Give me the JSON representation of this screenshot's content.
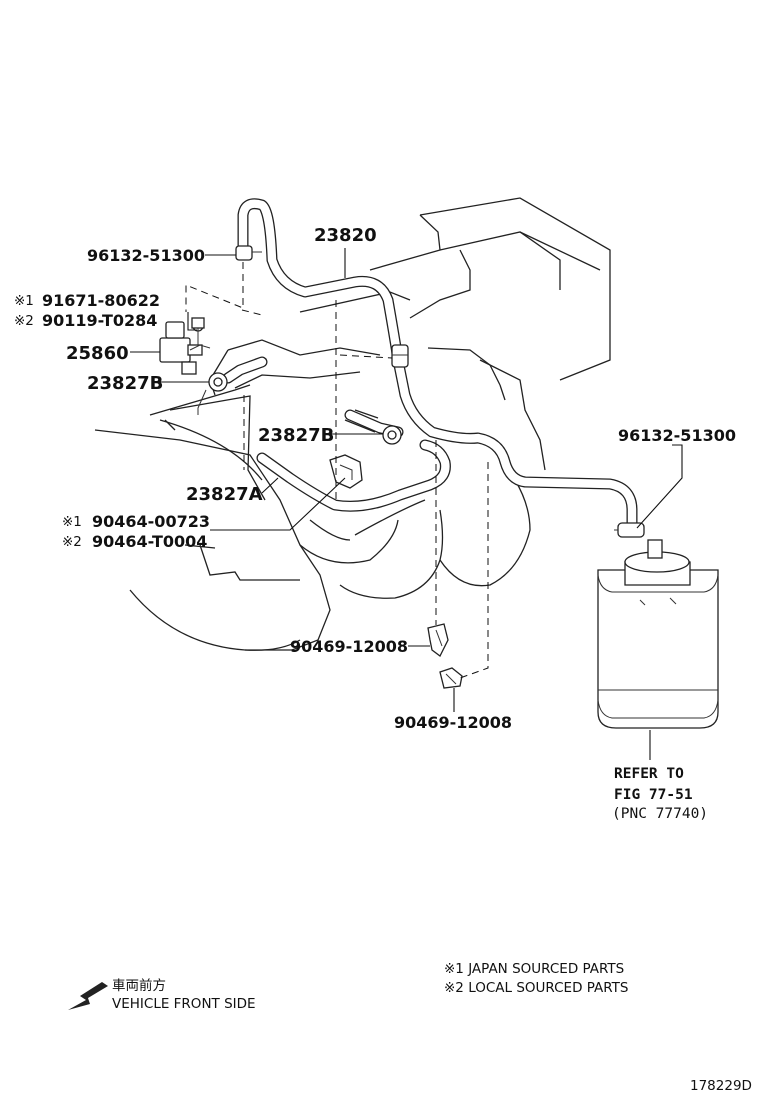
{
  "labels": {
    "p_96132_a": "96132-51300",
    "p_23820": "23820",
    "p_91671": "91671-80622",
    "p_90119": "90119-T0284",
    "p_25860": "25860",
    "p_23827b_a": "23827B",
    "p_23827b_b": "23827B",
    "p_23827a": "23827A",
    "p_90464_a": "90464-00723",
    "p_90464_b": "90464-T0004",
    "p_96132_b": "96132-51300",
    "p_90469_a": "90469-12008",
    "p_90469_b": "90469-12008",
    "mark1": "※1",
    "mark2": "※2",
    "refer_1": "REFER TO",
    "refer_2": "FIG 77-51",
    "refer_3": "(PNC 77740)"
  },
  "legend": {
    "japan": "※1 JAPAN SOURCED PARTS",
    "local": "※2 LOCAL SOURCED PARTS"
  },
  "direction": {
    "jp": "車両前方",
    "en": "VEHICLE FRONT SIDE",
    "icon": "arrow-down-left-icon"
  },
  "figure_id": "178229D"
}
